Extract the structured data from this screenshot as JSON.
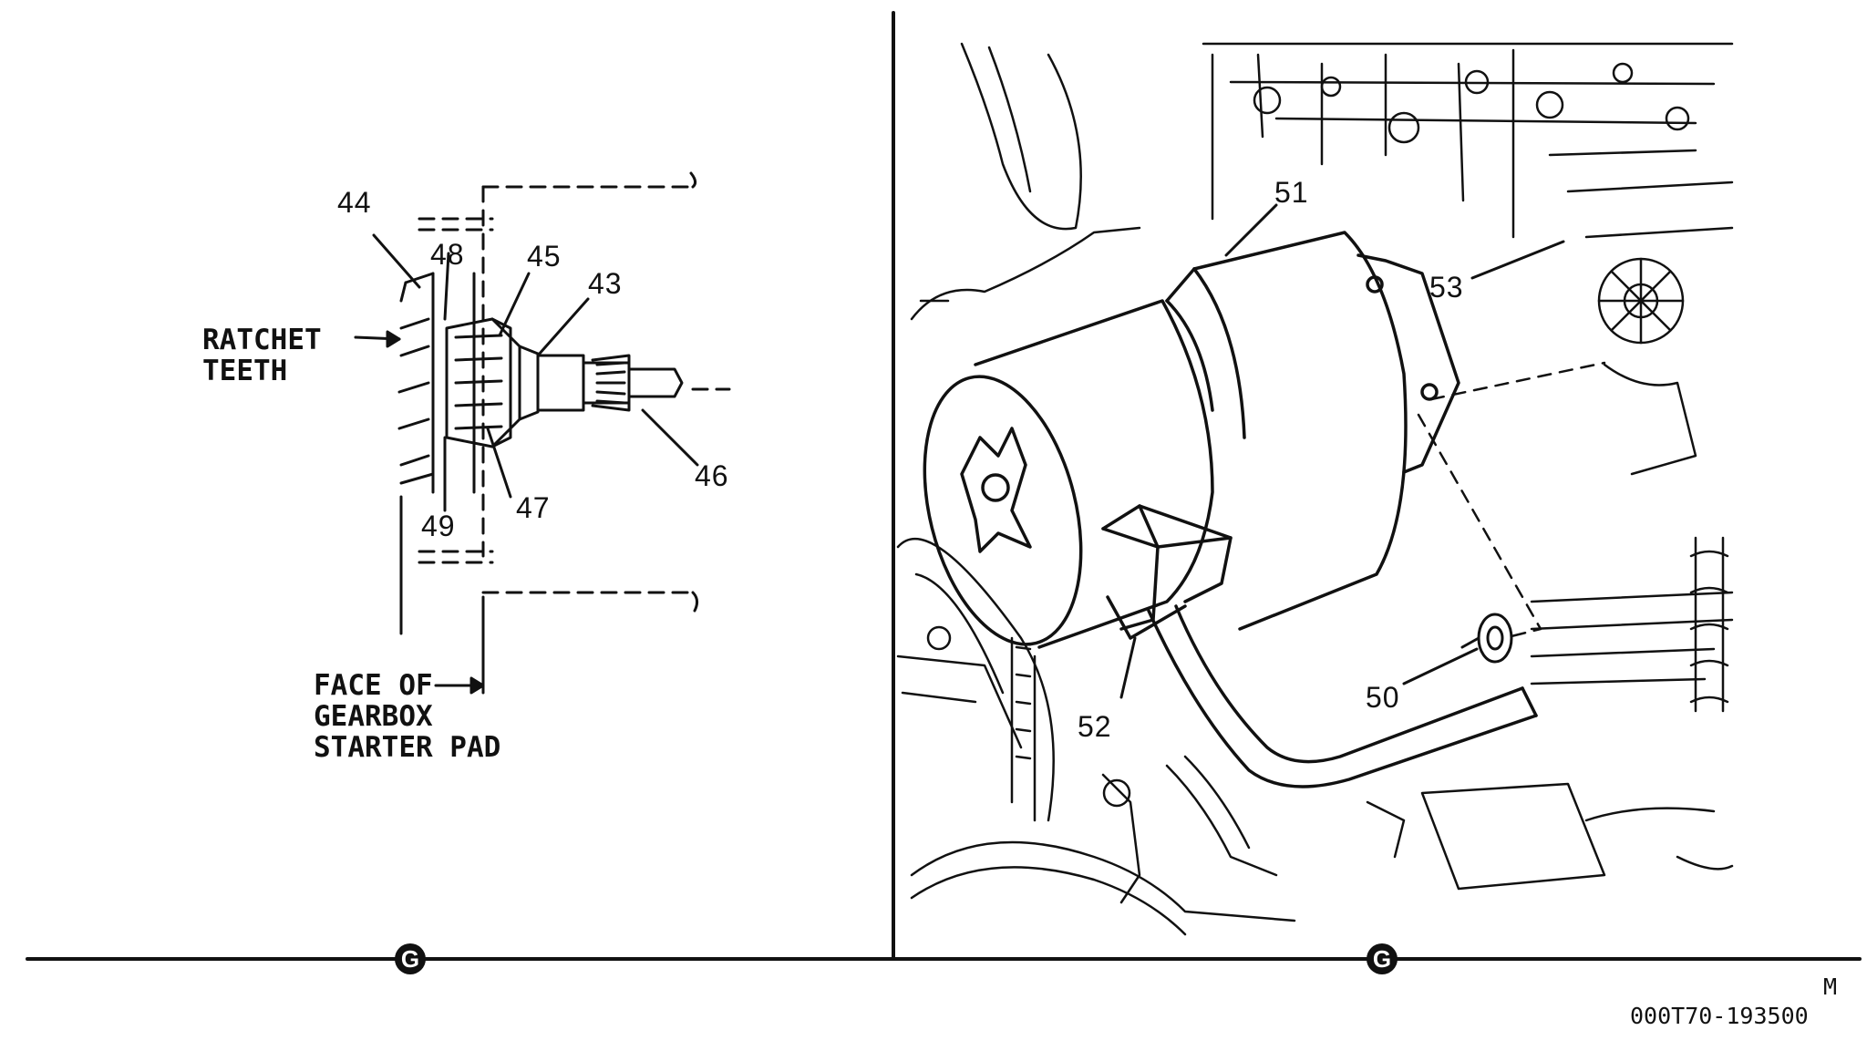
{
  "figure": {
    "left_view": {
      "labels": {
        "ratchet_teeth": "RATCHET\nTEETH",
        "face_of_pad": "FACE OF\nGEARBOX\nSTARTER PAD"
      },
      "callouts": [
        "44",
        "48",
        "45",
        "43",
        "46",
        "47",
        "49"
      ]
    },
    "right_view": {
      "callouts": [
        "51",
        "53",
        "52",
        "50"
      ]
    },
    "markers": [
      "G",
      "G"
    ],
    "revision_code": "M",
    "figure_id": "000T70-193500"
  }
}
